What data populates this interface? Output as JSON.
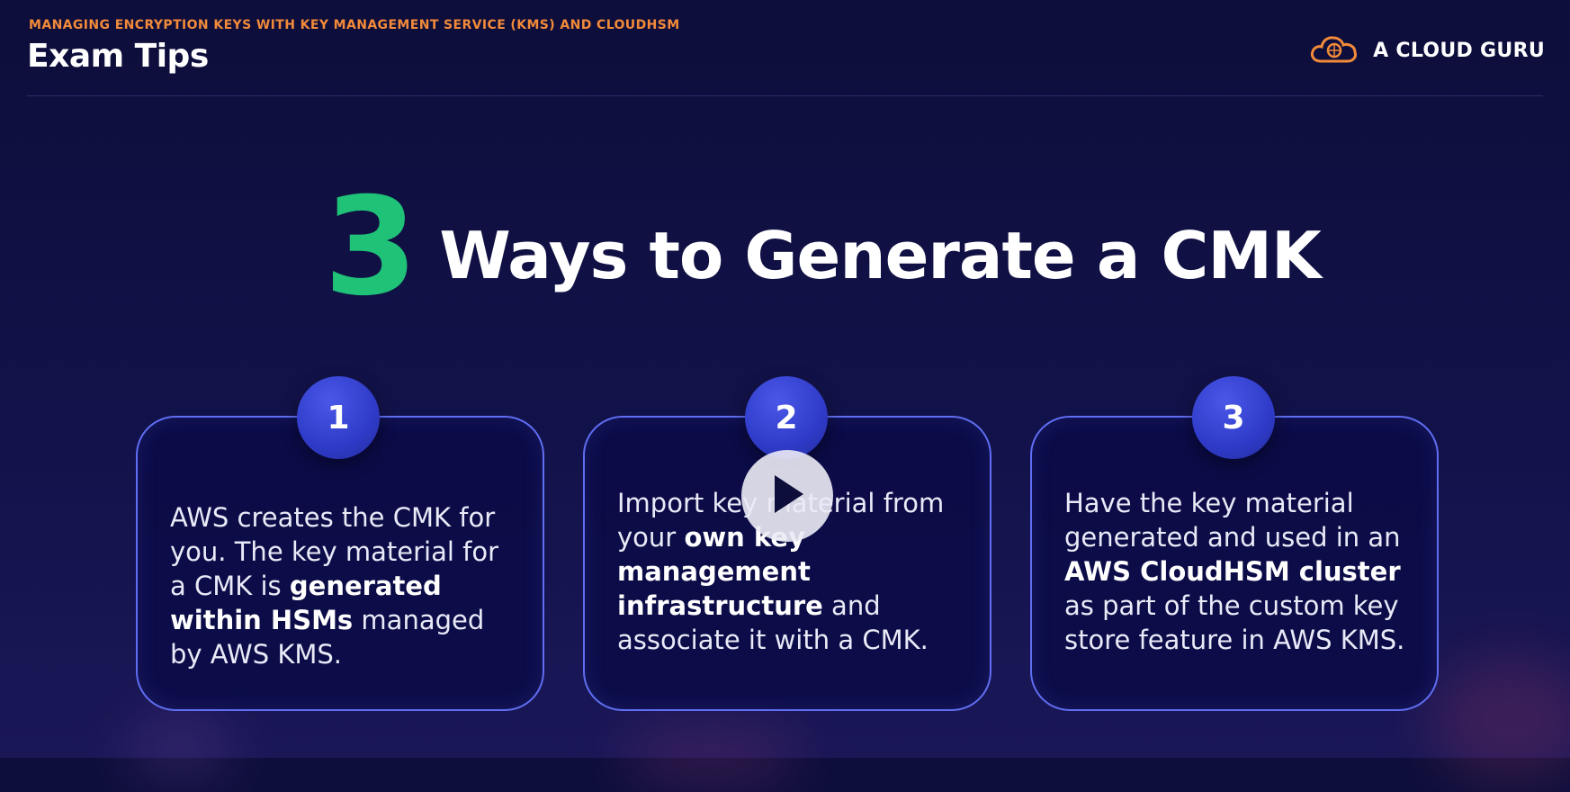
{
  "header": {
    "kicker": "MANAGING ENCRYPTION KEYS WITH KEY MANAGEMENT SERVICE (KMS) AND CLOUDHSM",
    "title": "Exam Tips"
  },
  "brand": {
    "name": "A CLOUD GURU",
    "icon": "cloud-logo-icon"
  },
  "headline": {
    "number": "3",
    "text": "Ways to Generate a CMK"
  },
  "cards": [
    {
      "badge": "1",
      "segments": [
        {
          "t": "AWS creates the CMK for you. The key material for a CMK is ",
          "b": false
        },
        {
          "t": "generated within HSMs",
          "b": true
        },
        {
          "t": " managed by AWS KMS.",
          "b": false
        }
      ]
    },
    {
      "badge": "2",
      "segments": [
        {
          "t": "Import key material from your ",
          "b": false
        },
        {
          "t": "own key management infrastructure",
          "b": true
        },
        {
          "t": " and associate it with a CMK.",
          "b": false
        }
      ]
    },
    {
      "badge": "3",
      "segments": [
        {
          "t": "Have the key material generated and used in an ",
          "b": false
        },
        {
          "t": "AWS CloudHSM cluster",
          "b": true
        },
        {
          "t": " as part of the custom key store feature in AWS KMS.",
          "b": false
        }
      ]
    }
  ],
  "player": {
    "icon": "play-icon"
  },
  "colors": {
    "accent_orange": "#f28a3a",
    "accent_green": "#1fc277",
    "card_border": "#5f6ef2",
    "badge": "#3340d0"
  }
}
